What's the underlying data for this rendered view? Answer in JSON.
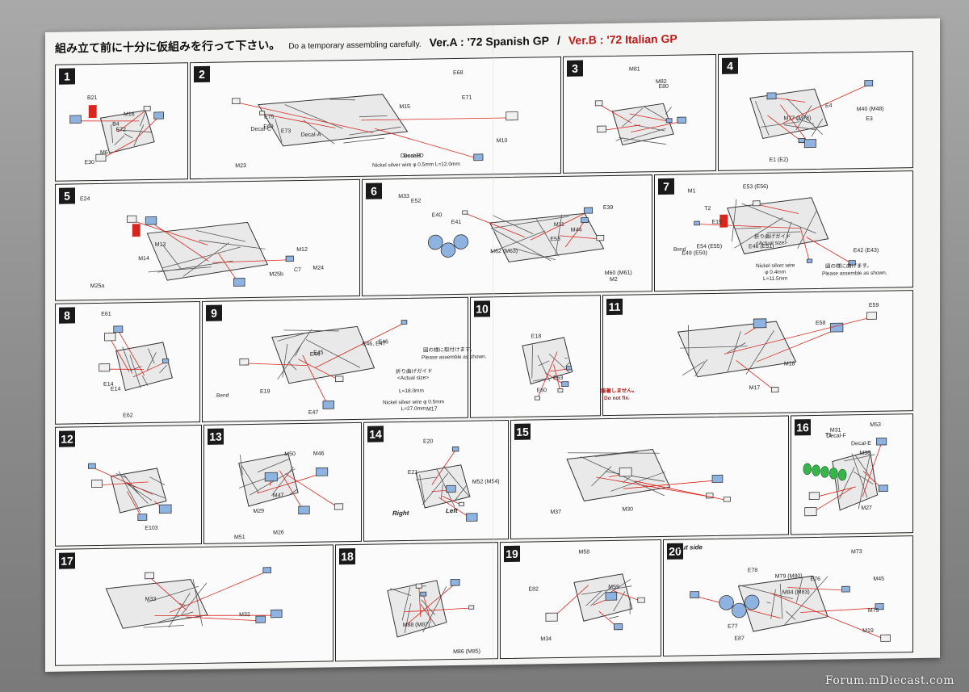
{
  "header": {
    "instruction_jp": "組み立て前に十分に仮組みを行って下さい。",
    "instruction_en": "Do a temporary assembling carefully.",
    "version_a": "Ver.A : '72 Spanish GP",
    "separator": "/",
    "version_b": "Ver.B : '72 Italian GP"
  },
  "steps": [
    {
      "num": "1",
      "labels": [
        "E72",
        "B21",
        "B4",
        "E30",
        "M16",
        "M6"
      ]
    },
    {
      "num": "2",
      "labels": [
        "Decal-D",
        "Decal-A",
        "Decal-B",
        "Decal-C",
        "E75",
        "E73",
        "M23",
        "M15",
        "E69",
        "E71",
        "M10",
        "E68"
      ]
    },
    {
      "num": "3",
      "labels": [
        "M82",
        "M81",
        "E80"
      ]
    },
    {
      "num": "4",
      "labels": [
        "M40 (M48)",
        "E4",
        "E3",
        "E1 (E2)",
        "M77 (M78)"
      ]
    },
    {
      "num": "5",
      "labels": [
        "M24",
        "M25b",
        "M25a",
        "M14",
        "M12",
        "E24",
        "M13",
        "C7"
      ]
    },
    {
      "num": "6",
      "labels": [
        "M33",
        "E39",
        "E40",
        "E41",
        "M62 (M63)",
        "M60 (M61)",
        "M11",
        "M2",
        "E52",
        "E53",
        "M44"
      ]
    },
    {
      "num": "7",
      "labels": [
        "E15",
        "E54 (E55)",
        "E46 (E51)",
        "E53 (E56)",
        "E49 (E50)",
        "E42 (E43)",
        "T2",
        "M1"
      ]
    },
    {
      "num": "8",
      "labels": [
        "E14",
        "E61",
        "E62",
        "E14"
      ]
    },
    {
      "num": "9",
      "labels": [
        "E47",
        "E45",
        "E46, E47",
        "E44",
        "E19",
        "E46",
        "M17"
      ]
    },
    {
      "num": "10",
      "labels": [
        "E18",
        "E60",
        "E63"
      ]
    },
    {
      "num": "11",
      "labels": [
        "M18",
        "E58",
        "E59",
        "M17"
      ]
    },
    {
      "num": "12",
      "labels": [
        "E103"
      ]
    },
    {
      "num": "13",
      "labels": [
        "M46",
        "M51",
        "M29",
        "M50",
        "M26",
        "M47"
      ]
    },
    {
      "num": "14",
      "labels": [
        "M52 (M54)",
        "E21",
        "E20"
      ]
    },
    {
      "num": "15",
      "labels": [
        "M37",
        "M30"
      ]
    },
    {
      "num": "16",
      "labels": [
        "Decal-F",
        "Decal-E",
        "M27",
        "M36",
        "T1",
        "M31",
        "M53"
      ]
    },
    {
      "num": "17",
      "labels": [
        "M33",
        "M32"
      ]
    },
    {
      "num": "18",
      "labels": [
        "M88 (M87)",
        "M86 (M85)"
      ]
    },
    {
      "num": "19",
      "labels": [
        "M58",
        "E82",
        "M34",
        "M59"
      ]
    },
    {
      "num": "20",
      "labels": [
        "E76",
        "E77",
        "E78",
        "M73",
        "M79 (M80)",
        "M45",
        "M84 (M83)",
        "E87",
        "M75",
        "M19"
      ]
    }
  ],
  "notes": {
    "wire_2": "Nickel silver wire\nφ 0.5mm\nL=12.0mm",
    "assemble_7_jp": "図の様に曲げます。",
    "assemble_7": "Please assemble as shown.",
    "guide_7_jp": "折り曲げガイド",
    "guide_7": "<Actual size>",
    "wire_7": "Nickel silver wire\nφ 0.4mm\nL=11.5mm",
    "bend_7": "Bend",
    "assemble_9_jp": "図の様に取付けます。",
    "assemble_9": "Please assemble as shown.",
    "guide_9_jp": "折り曲げガイド",
    "guide_9": "<Actual size>",
    "length_9": "L=18.0mm",
    "wire_9": "Nickel silver wire φ 0.5mm\nL=27.0mm",
    "bend_9": "Bend",
    "nofix_11_jp": "接着しません。",
    "nofix_11": "Do not fix.",
    "right_14": "Right",
    "left_14": "Left",
    "outside_20": "Out side"
  },
  "watermark": "Forum.mDiecast.com",
  "colors": {
    "part_blue": "#8fb3e0",
    "part_red": "#d8261e",
    "part_green": "#36b54a",
    "step_num_bg": "#1a1a1a",
    "header_red": "#c01818"
  }
}
